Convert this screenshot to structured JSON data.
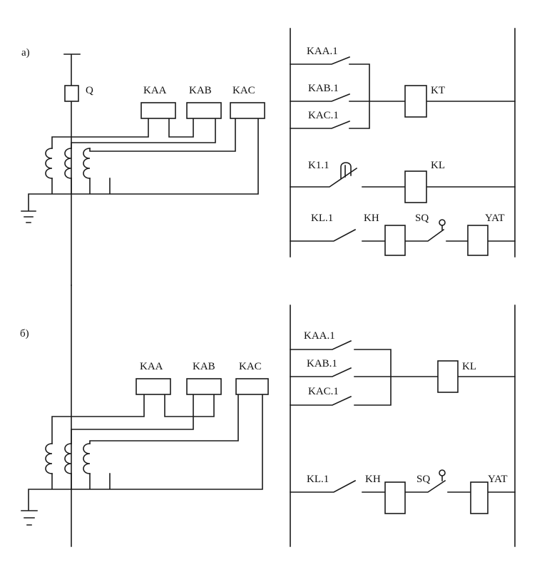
{
  "diagram_a": {
    "label": "а)",
    "breaker": "Q",
    "relays": [
      "KAA",
      "KAB",
      "KAC"
    ],
    "contacts": [
      "KAA.1",
      "KAB.1",
      "KAC.1"
    ],
    "timer": "KT",
    "timer_contact": "K1.1",
    "intermediate": "KL",
    "output_contact": "KL.1",
    "indicator": "KH",
    "aux_switch": "SQ",
    "trip_coil": "YAT"
  },
  "diagram_b": {
    "label": "б)",
    "relays": [
      "KAA",
      "KAB",
      "KAC"
    ],
    "contacts": [
      "KAA.1",
      "KAB.1",
      "KAC.1"
    ],
    "intermediate": "KL",
    "output_contact": "KL.1",
    "indicator": "KH",
    "aux_switch": "SQ",
    "trip_coil": "YAT"
  }
}
